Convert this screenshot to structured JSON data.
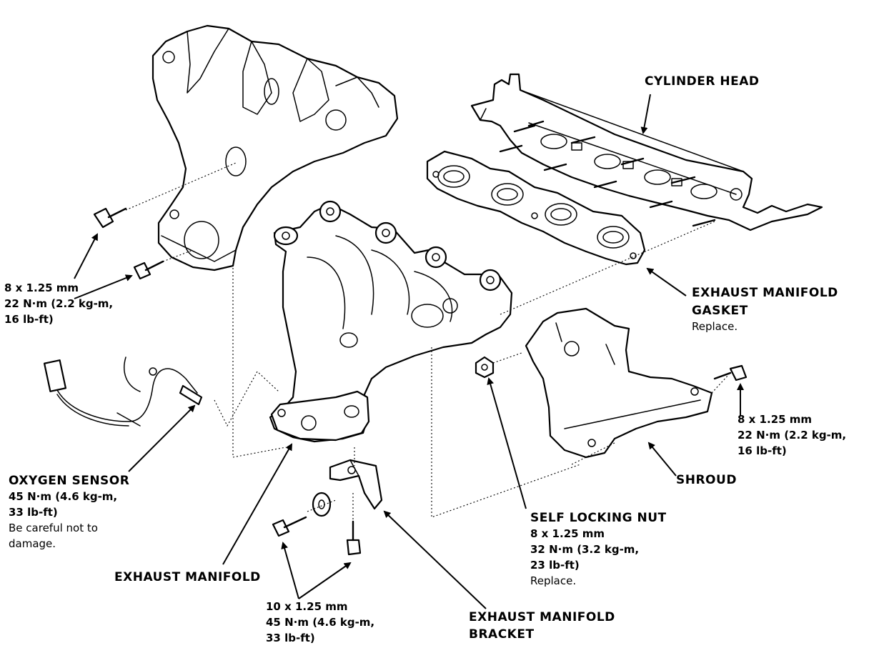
{
  "labels": {
    "cylinder_head": "CYLINDER HEAD",
    "gasket": {
      "title_1": "EXHAUST MANIFOLD",
      "title_2": "GASKET",
      "note": "Replace."
    },
    "bolt_left": {
      "size": "8 x 1.25 mm",
      "torque_1": "22 N·m (2.2 kg-m,",
      "torque_2": "16 lb-ft)"
    },
    "bolt_right": {
      "size": "8 x 1.25 mm",
      "torque_1": "22 N·m (2.2 kg-m,",
      "torque_2": "16 lb-ft)"
    },
    "shroud": "SHROUD",
    "oxygen_sensor": {
      "title": "OXYGEN SENSOR",
      "torque_1": "45 N·m (4.6 kg-m,",
      "torque_2": "33 lb-ft)",
      "note_1": "Be careful not to",
      "note_2": "damage."
    },
    "self_locking_nut": {
      "title": "SELF LOCKING NUT",
      "size": "8 x 1.25 mm",
      "torque_1": "32 N·m (3.2 kg-m,",
      "torque_2": "23 lb-ft)",
      "note": "Replace."
    },
    "exhaust_manifold": "EXHAUST MANIFOLD",
    "bracket_bolt": {
      "size": "10 x 1.25 mm",
      "torque_1": "45 N·m (4.6 kg-m,",
      "torque_2": "33 lb-ft)"
    },
    "bracket": {
      "title_1": "EXHAUST MANIFOLD",
      "title_2": "BRACKET"
    }
  }
}
